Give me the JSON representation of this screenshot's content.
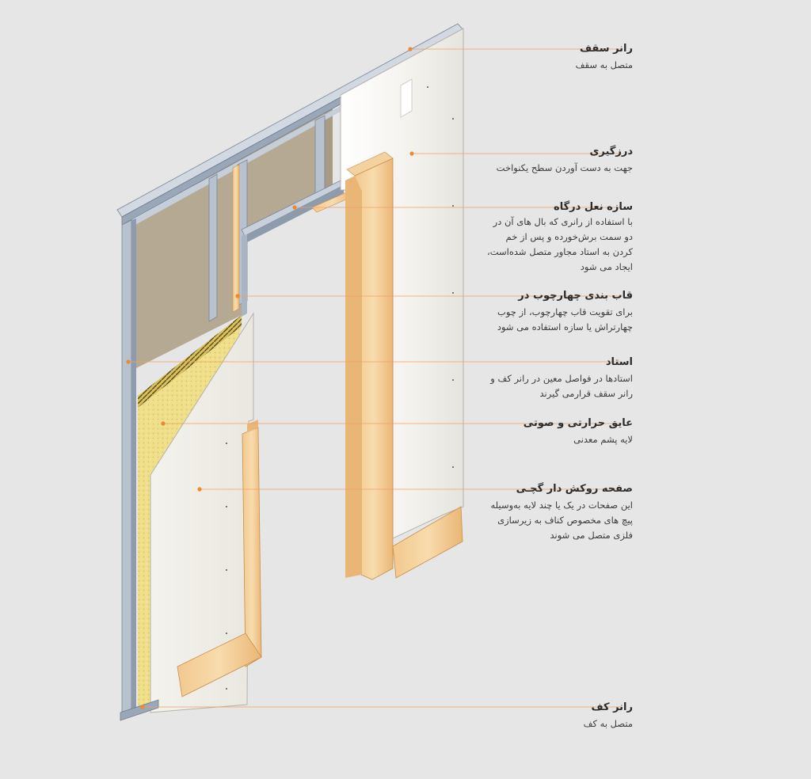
{
  "colors": {
    "background": "#e6e6e7",
    "leader_line": "#f0a060",
    "dot": "#ee8a2c",
    "text": "#2b2b2b"
  },
  "callouts": [
    {
      "id": "ceiling-runner",
      "title": "رانر سقف",
      "desc": [
        "متصل به سقف"
      ]
    },
    {
      "id": "jointing",
      "title": "درزگیری",
      "desc": [
        "جهت به دست آوردن سطح یکنواخت"
      ]
    },
    {
      "id": "door-lintel",
      "title": "سازه نعل درگاه",
      "desc": [
        "با استفاده از رانری که بال های آن در",
        "دو سمت برش‌خورده و پس از خم",
        "کردن به استاد مجاور متصل شده‌است،",
        "ایجاد می شود"
      ]
    },
    {
      "id": "door-frame",
      "title": "قاب بندی  چهارچوب در",
      "desc": [
        "برای تقویت قاب چهارچوب، از چوب",
        "چهارتراش یا سازه استفاده می شود"
      ]
    },
    {
      "id": "stud",
      "title": "استاد",
      "desc": [
        "استادها در فواصل معین در رانر کف و",
        "رانر سقف قرارمی گیرند"
      ]
    },
    {
      "id": "insulation",
      "title": "عایق حرارتی و صوتی",
      "desc": [
        "لایه پشم معدنی"
      ]
    },
    {
      "id": "gypsum-board",
      "title": "صفحه روکش دار گچـی",
      "desc": [
        "این صفحات در یک یا چند لایه به‌وسیله",
        "پیچ های مخصوص کناف به زیرسازی",
        "فلزی متصل می شوند"
      ]
    },
    {
      "id": "floor-runner",
      "title": "رانر کف",
      "desc": [
        "متصل به کف"
      ]
    }
  ]
}
